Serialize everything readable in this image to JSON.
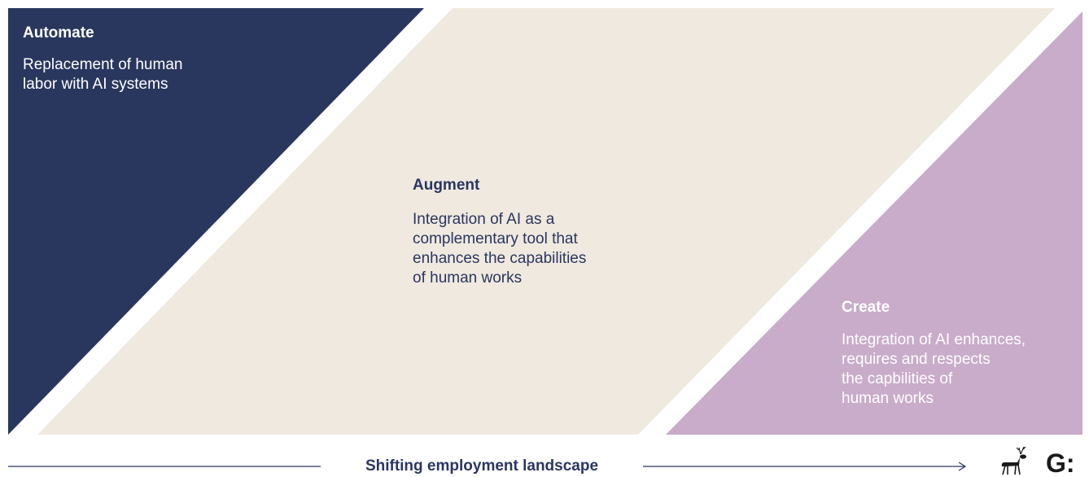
{
  "panels": {
    "automate": {
      "title": "Automate",
      "description_lines": [
        "Replacement of human",
        "labor with AI systems"
      ]
    },
    "augment": {
      "title": "Augment",
      "description_lines": [
        "Integration of AI as a",
        "complementary tool that",
        "enhances the capabilities",
        "of human works"
      ]
    },
    "create": {
      "title": "Create",
      "description_lines": [
        "Integration of AI enhances,",
        "requires and respects",
        "the capbilities of",
        "human works"
      ]
    }
  },
  "footer": {
    "label": "Shifting employment landscape"
  },
  "logo": {
    "icon": "reindeer-icon",
    "text": "G:"
  },
  "colors": {
    "automate": "#29375e",
    "augment": "#f0e9df",
    "create": "#c9abca",
    "text_dark": "#2a3660",
    "line": "#2a3660"
  }
}
